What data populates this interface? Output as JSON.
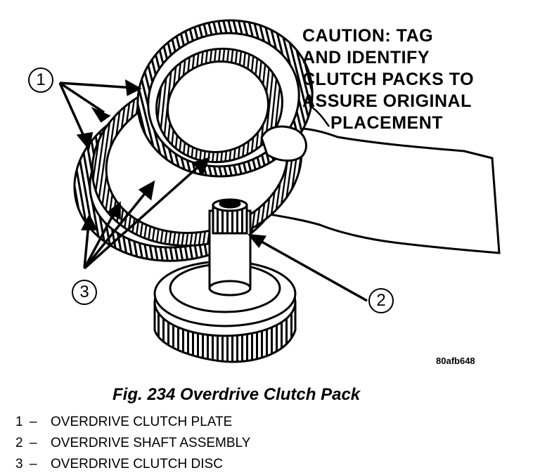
{
  "caution": {
    "lines": [
      "CAUTION: TAG",
      "AND IDENTIFY",
      "CLUTCH PACKS TO",
      "ASSURE ORIGINAL",
      "PLACEMENT"
    ]
  },
  "callouts": {
    "c1": "1",
    "c2": "2",
    "c3": "3"
  },
  "ref_code": "80afb648",
  "figure": {
    "caption": "Fig. 234 Overdrive Clutch Pack"
  },
  "legend": [
    {
      "num": "1",
      "dash": "–",
      "text": "OVERDRIVE CLUTCH PLATE"
    },
    {
      "num": "2",
      "dash": "–",
      "text": "OVERDRIVE SHAFT ASSEMBLY"
    },
    {
      "num": "3",
      "dash": "–",
      "text": "OVERDRIVE CLUTCH DISC"
    }
  ]
}
